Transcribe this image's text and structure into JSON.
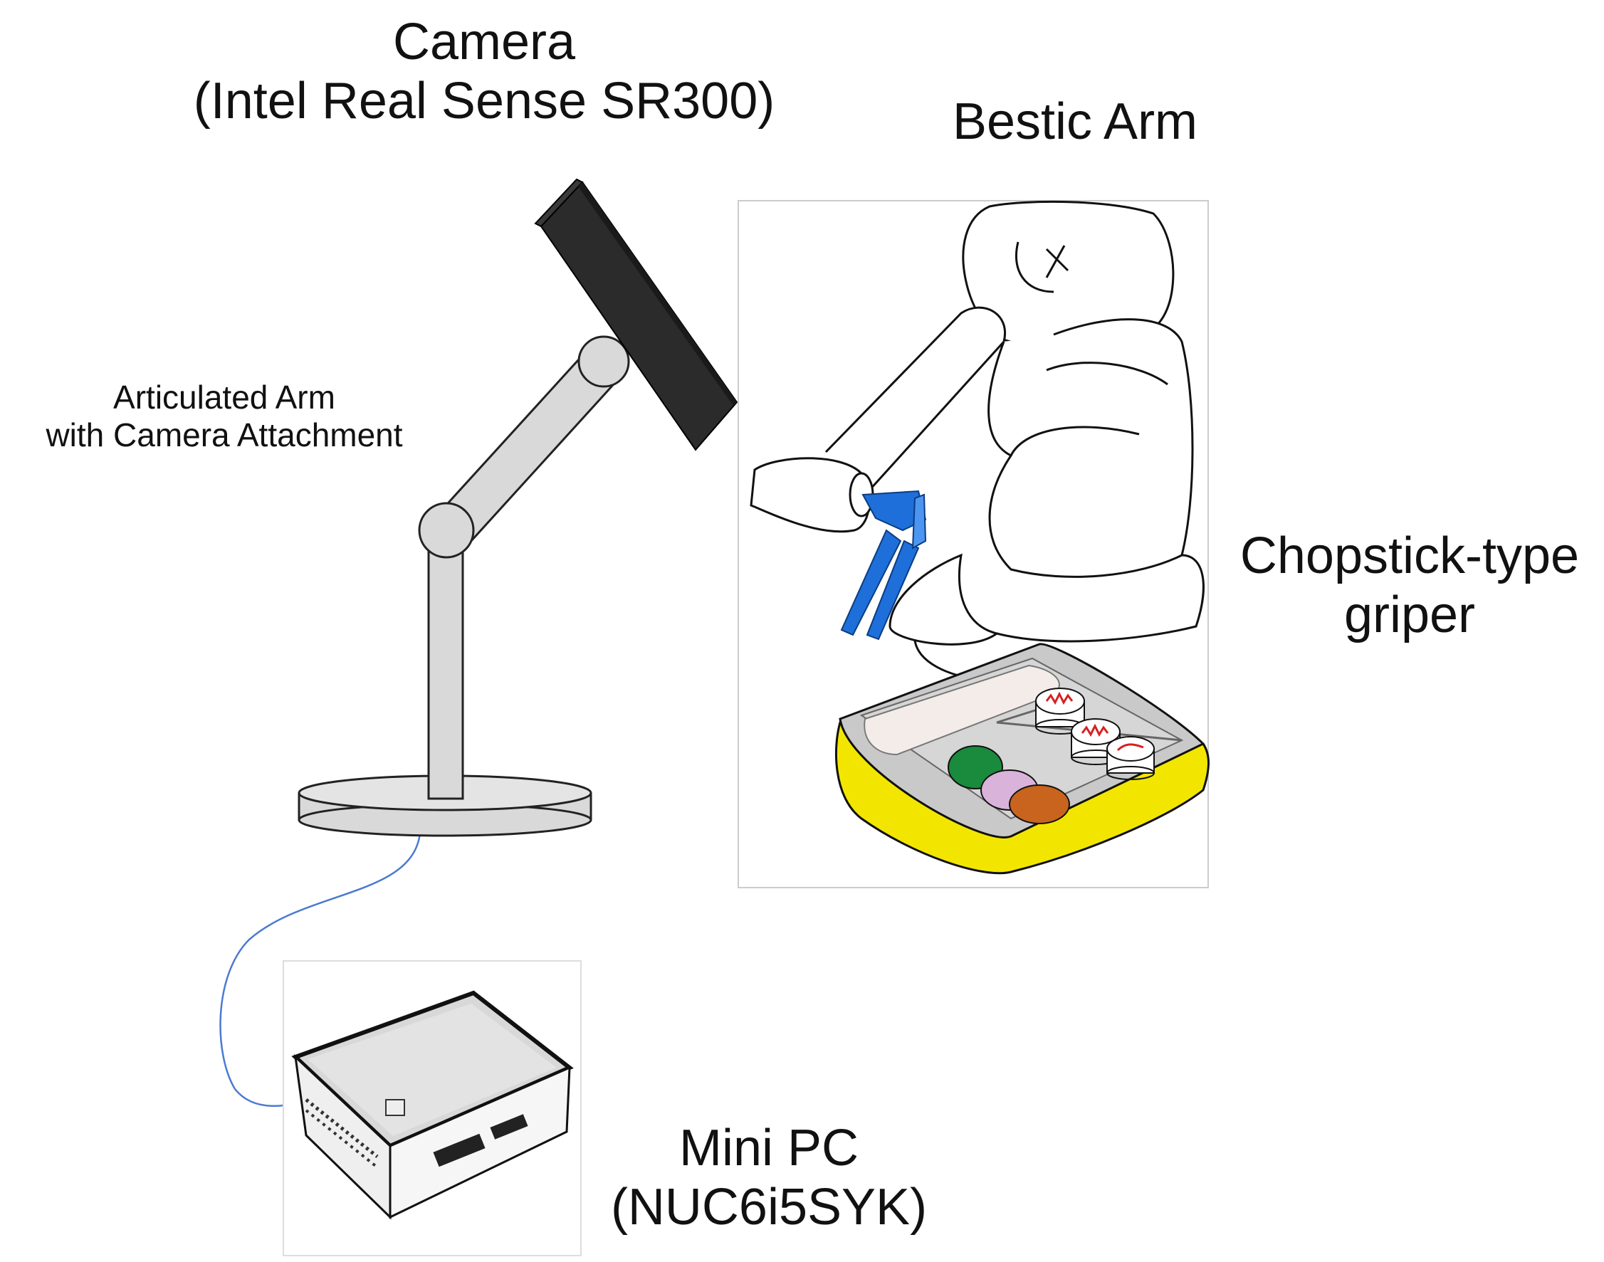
{
  "labels": {
    "camera": {
      "line1": "Camera",
      "line2": "(Intel Real Sense SR300)"
    },
    "bestic_arm": "Bestic Arm",
    "articulated_arm": {
      "line1": "Articulated Arm",
      "line2": "with Camera Attachment"
    },
    "gripper": {
      "line1": "Chopstick-type",
      "line2": "griper"
    },
    "mini_pc": {
      "line1": "Mini PC",
      "line2": "(NUC6i5SYK)"
    }
  },
  "colors": {
    "camera_body": "#2b2b2b",
    "arm_metal": "#d9d9d9",
    "cable": "#4a7bd0",
    "gripper": "#1e6fd9",
    "tray_rim": "#f2e600",
    "tray_inner": "#c9c9c9",
    "food_green": "#1a8a3c",
    "food_pink": "#d9b3d9",
    "food_brown": "#c8641e",
    "sushi_red": "#d62020"
  }
}
